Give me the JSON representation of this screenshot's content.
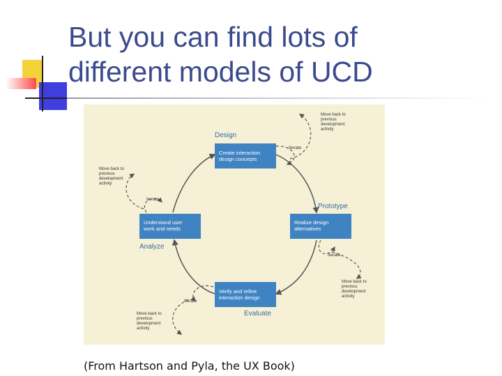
{
  "slide": {
    "title_line1": "But you can find lots of",
    "title_line2": "different models of UCD",
    "caption": "(From Hartson and Pyla, the UX Book)"
  },
  "diagram": {
    "phases": {
      "design": "Design",
      "prototype": "Prototype",
      "analyze": "Analyze",
      "evaluate": "Evaluate"
    },
    "boxes": {
      "design_l1": "Create interaction",
      "design_l2": "design concepts",
      "prototype_l1": "Realize design",
      "prototype_l2": "alternatives",
      "analyze_l1": "Understand user",
      "analyze_l2": "work and needs",
      "evaluate_l1": "Verify and refine",
      "evaluate_l2": "interaction design"
    },
    "iterate": "Iterate",
    "move_back": {
      "l1": "Move back to",
      "l2": "previous",
      "l3": "development",
      "l4": "activity"
    }
  },
  "colors": {
    "title": "#3b4a8c",
    "figure_bg": "#f6f1d6",
    "box": "#3f83c2",
    "phase_label": "#3a6aa6"
  }
}
